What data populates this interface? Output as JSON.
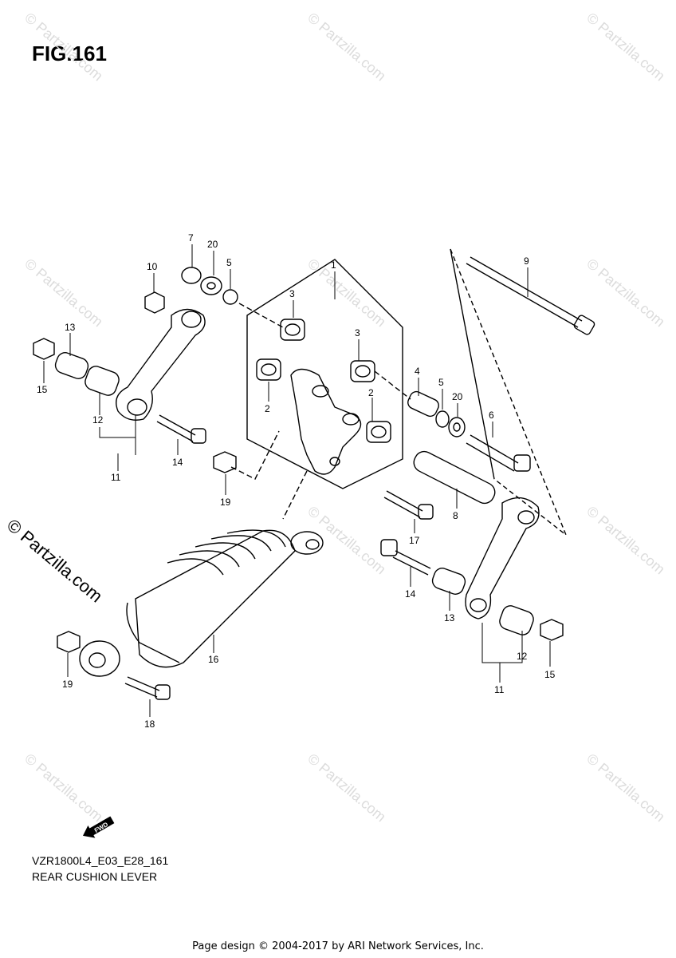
{
  "figure_title": "FIG.161",
  "model_code": "VZR1800L4_E03_E28_161",
  "diagram_name": "REAR CUSHION LEVER",
  "footer_credit": "Page design © 2004-2017 by ARI Network Services, Inc.",
  "watermark_text": "© Partzilla.com",
  "side_watermark": "© Partzilla.com",
  "fwd_label": "FWD",
  "callouts": [
    "1",
    "2",
    "2",
    "3",
    "3",
    "4",
    "5",
    "5",
    "6",
    "7",
    "8",
    "9",
    "10",
    "11",
    "11",
    "12",
    "12",
    "13",
    "13",
    "14",
    "14",
    "15",
    "15",
    "16",
    "17",
    "18",
    "19",
    "19",
    "20",
    "20"
  ],
  "icons": [
    "fwd-arrow-icon"
  ]
}
